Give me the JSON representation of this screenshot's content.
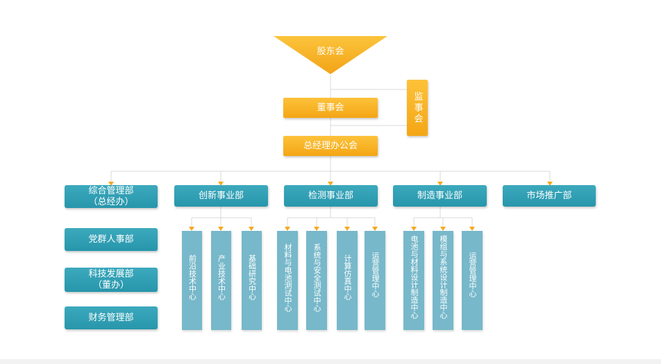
{
  "top": {
    "shareholders": "股东会"
  },
  "board": "董事会",
  "supervisory": "监事会",
  "gm_office": "总经理办公会",
  "departments": [
    {
      "label": "综合管理部\n（总经办）"
    },
    {
      "label": "创新事业部"
    },
    {
      "label": "检测事业部"
    },
    {
      "label": "制造事业部"
    },
    {
      "label": "市场推广部"
    }
  ],
  "admin_units": [
    {
      "label": "党群人事部"
    },
    {
      "label": "科技发展部\n（董办）"
    },
    {
      "label": "财务管理部"
    }
  ],
  "innovation_centers": [
    {
      "label": "前沿技术中心"
    },
    {
      "label": "产业技术中心"
    },
    {
      "label": "基础研究中心"
    }
  ],
  "testing_centers": [
    {
      "label": "材料与电池测试中心"
    },
    {
      "label": "系统与安全测试中心"
    },
    {
      "label": "计算仿真中心"
    },
    {
      "label": "运营管理中心"
    }
  ],
  "manufacturing_centers": [
    {
      "label": "电池与材料设计制造中心"
    },
    {
      "label": "模组与系统设计制造中心"
    },
    {
      "label": "运营管理中心"
    }
  ],
  "colors": {
    "gold": "#f7b225",
    "teal": "#2e9cb0",
    "light_teal": "#77b8ca",
    "connector": "#d9d9d9",
    "arrow": "#f5a81c"
  }
}
